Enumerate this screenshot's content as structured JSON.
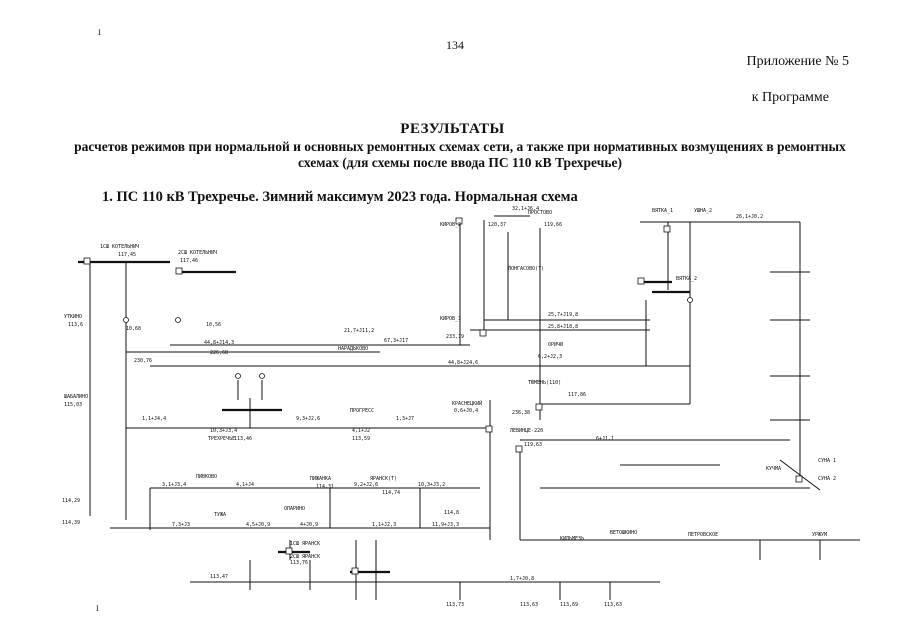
{
  "header": {
    "page_number": "134",
    "appendix": "Приложение № 5",
    "program": "к Программе",
    "margin_mark_top": "I",
    "margin_mark_bottom": "I"
  },
  "title": {
    "main": "РЕЗУЛЬТАТЫ",
    "subtitle": "расчетов режимов при нормальной и основных ремонтных схемах сети, а также при нормативных возмущениях в ремонтных схемах (для схемы после ввода ПС 110 кВ Трехречье)"
  },
  "section": {
    "heading": "1. ПС 110 кВ Трехречье. Зимний максимум 2023 года. Нормальная схема"
  },
  "scheme": {
    "substations": [
      "1СШ КОТЕЛЬНИЧ",
      "2СШ КОТЕЛЬНИЧ",
      "КИРОВ_2",
      "КИРОВ_1",
      "ПРОСТОВО",
      "ЛОНГАСОВО(Т)",
      "ВЯТКА_1",
      "УШНА_2",
      "ВЯТКА_2",
      "ОРИЧИ",
      "ТЮМЕНЬ(110)",
      "КРАСНЕЦКИЙ",
      "ЛЕВИНЦЕ-220",
      "НАРАДЬКОВО",
      "ПРОГРЕСС",
      "ТРЕХРЕЧЬЕ",
      "ШАБАЛИНО",
      "УТКИНО",
      "ПИВКОВО",
      "ПИЖАНКА",
      "ЯРАНСК(Т)",
      "ТУЖА",
      "ОПАРИНО",
      "1СШ ЯРАНСК",
      "2СШ ЯРАНСК",
      "КИЛЬМЕЗЬ",
      "ВЕТОШКИНО",
      "ПЕТРОВСКОЕ",
      "СУНА 1",
      "СУНА 2",
      "КУЧМА",
      "УРЖУМ"
    ],
    "branches": [
      "32,1+J6,4",
      "120,37",
      "119,66",
      "26,1+J0,2",
      "117,45",
      "117,46",
      "113,6",
      "10,68",
      "10,56",
      "230,76",
      "226,68",
      "44,8+J14,3",
      "21,7+J11,2",
      "67,3+J17",
      "233,79",
      "25,7+J19,8",
      "25,8+J18,8",
      "6,2+J2,3",
      "44,8+J24,6",
      "117,86",
      "0,6+J0,4",
      "236,38",
      "115,03",
      "10,3+J3,4",
      "113,46",
      "9,3+J2,6",
      "4,1+J2",
      "113,59",
      "1,3+J7",
      "1,1+J4,4",
      "119,63",
      "6+J1,1",
      "114,29",
      "114,39",
      "3,1+J3,4",
      "4,1+J4",
      "9,2+J2,6",
      "114,31",
      "114,74",
      "10,3+J3,2",
      "7,3+J3",
      "4,5+J0,9",
      "4+J0,9",
      "1,1+J2,3",
      "11,9+J3,3",
      "114,8",
      "113,76",
      "113,47",
      "113,73",
      "113,63",
      "113,69",
      "1,7+J0,8",
      "113,63"
    ]
  }
}
